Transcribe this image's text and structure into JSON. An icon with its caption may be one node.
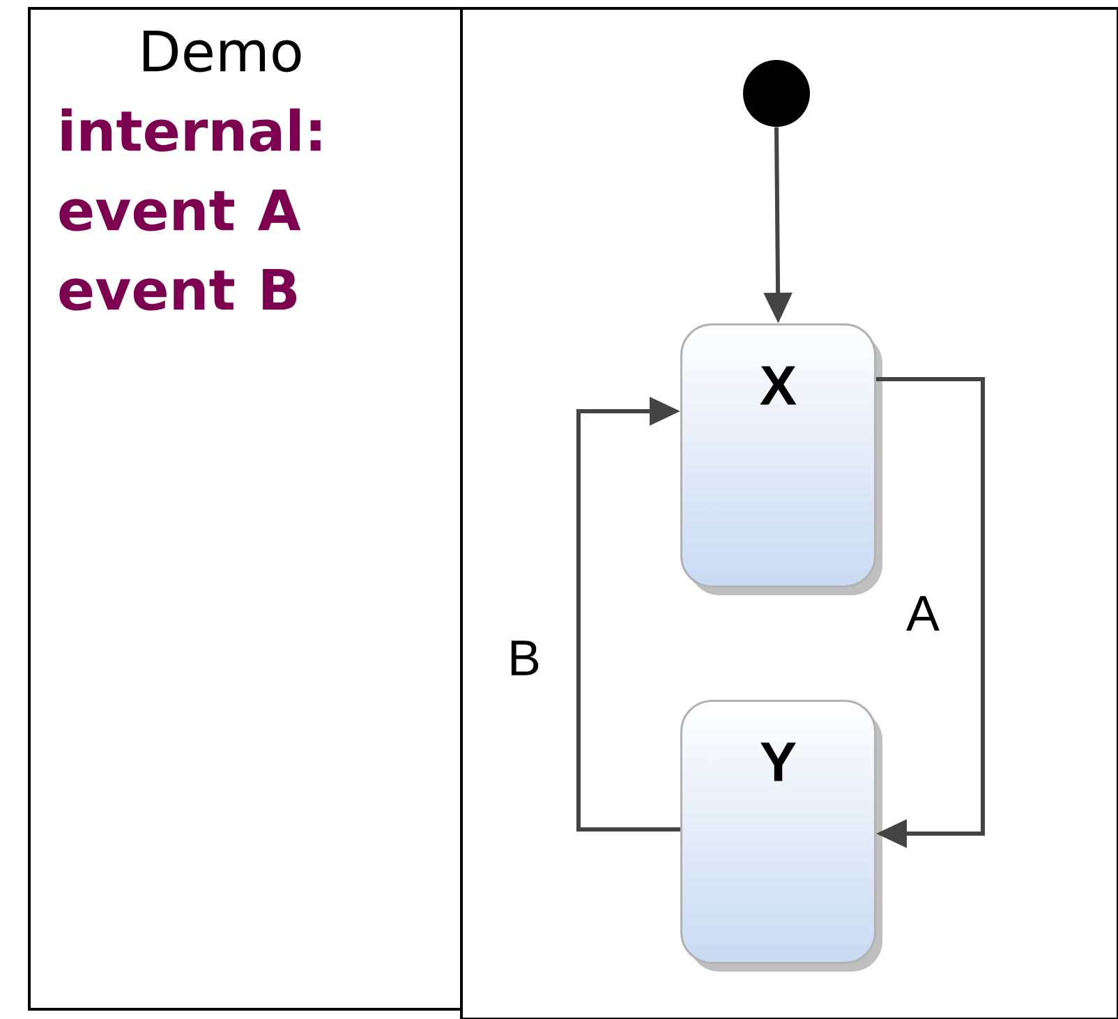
{
  "diagram": {
    "nodes": [
      {
        "text": [
          "Demo",
          "internal:",
          "event A",
          "event B"
        ]
      },
      {
        "text": [],
        "shape": "box"
      },
      {
        "text": [],
        "shape": "circle",
        "in": 1
      },
      {
        "text": [
          "X"
        ],
        "in": 1
      },
      {
        "text": [
          "Y"
        ],
        "in": 1
      }
    ],
    "edges": [
      {
        "from": 2,
        "to": 3,
        "arrow": "to"
      },
      {
        "from": 3,
        "to": 4,
        "arrow": "to",
        "label": "A"
      },
      {
        "from": 4,
        "to": 3,
        "arrow": "to",
        "label": "B"
      }
    ]
  }
}
